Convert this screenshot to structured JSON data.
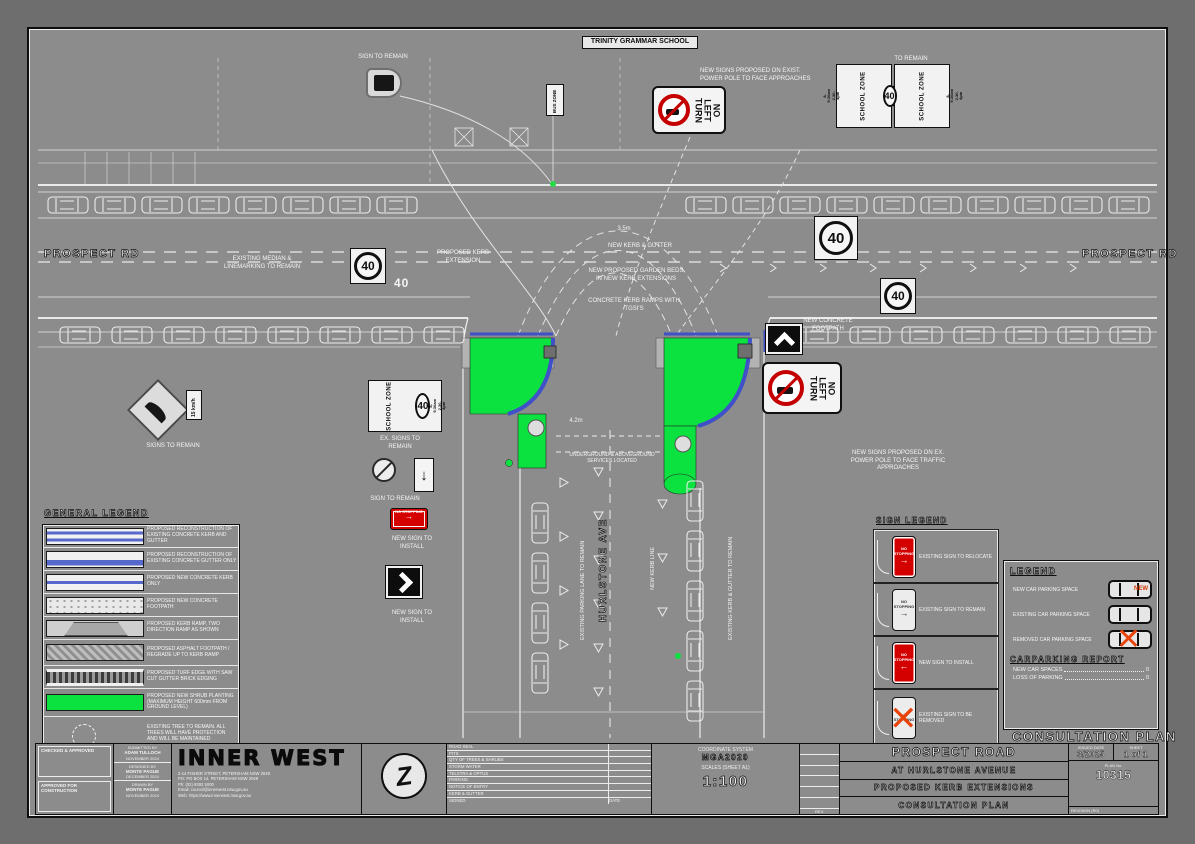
{
  "colors": {
    "sheet_gray": "#8c8c8c",
    "line_white": "#ededed",
    "kerb_blue": "#5668cc",
    "landscape_green": "#0ce23f",
    "sign_red": "#d40000",
    "removed_orange": "#e8440a"
  },
  "banner": {
    "consultation_plan": "CONSULTATION PLAN"
  },
  "plan": {
    "speed": "40",
    "speed_15": "15 km/h",
    "road_marking_40": "40",
    "school_zone": {
      "name": "SCHOOL ZONE",
      "times": "8-9.30am 2.30-4pm",
      "days": "SCHOOL DAYS"
    },
    "no_left_turn": "NO LEFT TURN",
    "no_stopping": "NO STOPPING",
    "bus_zone": "BUS ZONE",
    "icons": {
      "arrow_right": "→",
      "arrow_left": "←",
      "down_arrow": "↓",
      "cross": "✕"
    },
    "labels": [
      "TRINITY GRAMMAR SCHOOL",
      "SIGN TO REMAIN",
      "NEW SIGNS PROPOSED ON EXIST. POWER POLE TO FACE APPROACHES",
      "TO REMAIN",
      "PROSPECT RD",
      "PROSPECT RD",
      "EXISTING MEDIAN & LINEMARKING TO REMAIN",
      "NEW KERB & GUTTER",
      "NEW PROPOSED GARDEN BEDS IN NEW KERB EXTENSIONS",
      "CONCRETE KERB RAMPS WITH TGSI'S",
      "SIGNS TO REMAIN",
      "EX. SIGNS TO REMAIN",
      "SIGN TO REMAIN",
      "NEW SIGN TO INSTALL",
      "NEW SIGN TO INSTALL",
      "HURLSTONE AVE",
      "EXISTING PARKING LANE TO REMAIN",
      "NEW KERB LINE",
      "NEW CONCRETE FOOTPATH",
      "NEW SIGNS PROPOSED ON EX. POWER POLE TO FACE TRAFFIC APPROACHES",
      "UNDERGROUND & ABOVEGROUND SERVICES LOCATED",
      "EXISTING KERB & GUTTER TO REMAIN",
      "PROPOSED KERB EXTENSION"
    ],
    "dims": [
      "3.5m",
      "4.2m"
    ]
  },
  "general_legend": {
    "title": "GENERAL LEGEND",
    "items": [
      "PROPOSED RECONSTRUCTION OF EXISTING CONCRETE KERB AND GUTTER",
      "PROPOSED RECONSTRUCTION OF EXISTING CONCRETE GUTTER ONLY",
      "PROPOSED NEW CONCRETE KERB ONLY",
      "PROPOSED NEW CONCRETE FOOTPATH",
      "PROPOSED KERB RAMP, TWO DIRECTION RAMP AS SHOWN",
      "PROPOSED ASPHALT FOOTPATH / REGRADE UP TO KERB RAMP",
      "PROPOSED TURF EDGE WITH SAW CUT GUTTER BRICK EDGING",
      "PROPOSED NEW SHRUB PLANTING (MAXIMUM HEIGHT 600mm FROM GROUND LEVEL)",
      "EXISTING TREE TO REMAIN. ALL TREES WILL HAVE PROTECTION AND WILL BE MAINTAINED"
    ]
  },
  "sign_legend": {
    "title": "SIGN LEGEND",
    "items": [
      "EXISTING SIGN TO RELOCATE",
      "EXISTING SIGN TO REMAIN",
      "NEW SIGN TO INSTALL",
      "EXISTING SIGN TO BE REMOVED"
    ]
  },
  "parking_legend": {
    "title": "LEGEND",
    "new_tag": "NEW",
    "items": [
      "NEW CAR PARKING SPACE",
      "EXISTING CAR PARKING SPACE",
      "REMOVED CAR PARKING SPACE"
    ]
  },
  "carparking_report": {
    "title": "CARPARKING REPORT",
    "rows": [
      {
        "label": "NEW CAR SPACES",
        "value": "0"
      },
      {
        "label": "LOSS OF PARKING",
        "value": "0"
      }
    ]
  },
  "titleblock": {
    "checked": "CHECKED & APPROVED",
    "approved": "APPROVED FOR CONSTRUCTION",
    "roles": [
      {
        "role": "SUBMITTED BY",
        "name": "ADAM TULLOCH",
        "date": "NOVEMBER 2024"
      },
      {
        "role": "DESIGNED BY",
        "name": "MONTE PAGUE",
        "date": "DECEMBER 2024"
      },
      {
        "role": "DRAWN BY",
        "name": "MONTE PAGUE",
        "date": "NOVEMBER 2024"
      }
    ],
    "council": {
      "name": "INNER WEST",
      "addr": "2-14 FISHER STREET, PETERSHAM NSW 2049",
      "po": "PO: PO BOX 14, PETERSHAM NSW 2049",
      "ph": "Ph: (02) 9392 5000",
      "email": "Email: council@innerwest.nsw.gov.au",
      "web": "Web: https://www.innerwest.nsw.gov.au"
    },
    "logo_z": "Z",
    "services": {
      "rows": [
        "ROAD SEAL",
        "PITS",
        "QTY OF TREES & SHRUBS",
        "STORM WATER",
        "TELSTRA & OPTUS",
        "PARKING",
        "NOTICE OF ENTRY",
        "KERB & GUTTER"
      ],
      "signed": "SIGNED",
      "date": "DATE"
    },
    "coordinate": {
      "label": "COORDINATE SYSTEM",
      "value": "MGA2020",
      "scale_label": "SCALES  (SHEET A1)",
      "scale": "1:100"
    },
    "rev_footer": "REV.",
    "title": [
      "PROSPECT ROAD",
      "AT HURLSTONE AVENUE",
      "PROPOSED KERB EXTENSIONS",
      "CONSULTATION PLAN"
    ],
    "meta": {
      "issued_label": "ISSUED DATE",
      "issued": "3/2025",
      "sheet_label": "SHEET",
      "sheet": "1 of 1",
      "plan_label": "PLAN No.",
      "plan_no": "10315",
      "revision_label": "REVISION",
      "revision": "(R0)"
    }
  }
}
